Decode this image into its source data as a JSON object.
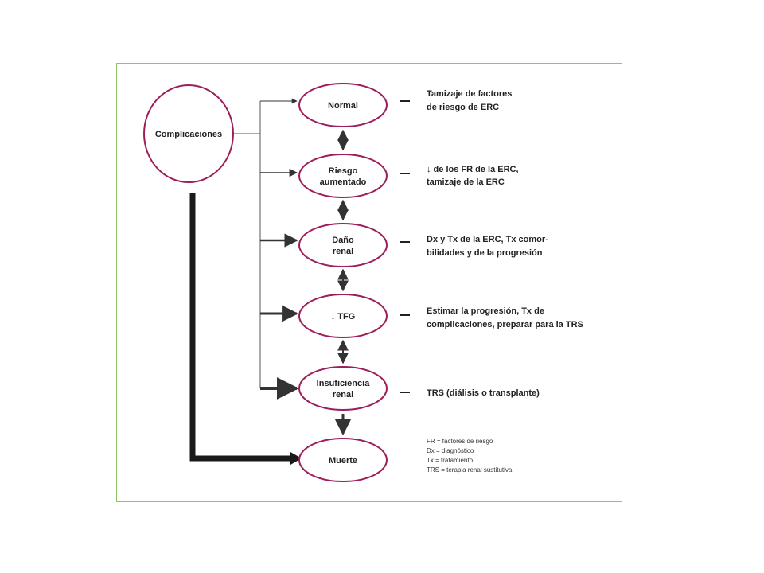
{
  "colors": {
    "frame_border": "#8dc56a",
    "ellipse_stroke": "#9c1f5c",
    "line": "#333333"
  },
  "diagram": {
    "root_label": "Complicaciones",
    "stages": [
      {
        "label_lines": [
          "Normal"
        ],
        "desc_lines": [
          "Tamizaje de factores",
          "de riesgo de ERC"
        ]
      },
      {
        "label_lines": [
          "Riesgo",
          "aumentado"
        ],
        "desc_lines": [
          "↓ de los FR de la ERC,",
          "tamizaje de la ERC"
        ]
      },
      {
        "label_lines": [
          "Daño",
          "renal"
        ],
        "desc_lines": [
          "Dx y Tx de la ERC, Tx comor-",
          "bilidades y    de la progresión"
        ]
      },
      {
        "label_lines": [
          "↓ TFG"
        ],
        "desc_lines": [
          "Estimar la progresión, Tx de",
          "complicaciones, preparar para la TRS"
        ]
      },
      {
        "label_lines": [
          "Insuficiencia",
          "renal"
        ],
        "desc_lines": [
          "TRS (diálisis o transplante)"
        ]
      }
    ],
    "final_label": "Muerte",
    "legend": [
      "FR = factores de riesgo",
      "Dx = diagnóstico",
      "Tx = tratamiento",
      "TRS = terapia renal sustitutiva"
    ]
  }
}
